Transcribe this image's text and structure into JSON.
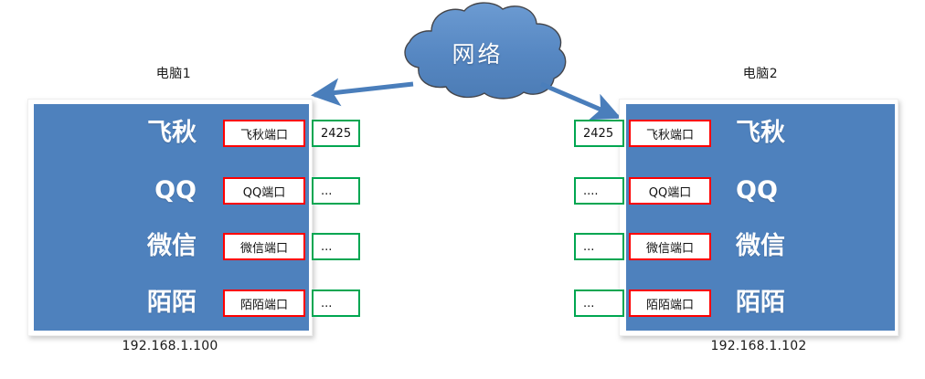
{
  "diagram": {
    "title_text": "网络",
    "cloud": {
      "label": "网络",
      "fill_color": "#5B8FC9",
      "outline_color": "#3A5F8A"
    },
    "colors": {
      "computer_fill": "#4E81BD",
      "port_border": "#FF0000",
      "value_border": "#00A651",
      "arrow": "#4A7EBB",
      "text_dark": "#1a1a1a",
      "text_light": "#ffffff",
      "page_background": "#ffffff"
    },
    "computers": [
      {
        "id": "computer-1",
        "title": "电脑1",
        "ip": "192.168.1.100",
        "side": "left",
        "apps": [
          {
            "name": "飞秋",
            "port_label": "飞秋端口",
            "value": "2425"
          },
          {
            "name": "QQ",
            "port_label": "QQ端口",
            "value": "..."
          },
          {
            "name": "微信",
            "port_label": "微信端口",
            "value": "..."
          },
          {
            "name": "陌陌",
            "port_label": "陌陌端口",
            "value": "..."
          }
        ]
      },
      {
        "id": "computer-2",
        "title": "电脑2",
        "ip": "192.168.1.102",
        "side": "right",
        "apps": [
          {
            "name": "飞秋",
            "port_label": "飞秋端口",
            "value": "2425"
          },
          {
            "name": "QQ",
            "port_label": "QQ端口",
            "value": "...."
          },
          {
            "name": "微信",
            "port_label": "微信端口",
            "value": "..."
          },
          {
            "name": "陌陌",
            "port_label": "陌陌端口",
            "value": "..."
          }
        ]
      }
    ],
    "connectors": [
      {
        "id": "cloud-to-computer-1",
        "from": "network-cloud",
        "to": "computer-1",
        "direction": "down-left"
      },
      {
        "id": "cloud-to-computer-2",
        "from": "network-cloud",
        "to": "computer-2",
        "direction": "down-right"
      }
    ]
  }
}
